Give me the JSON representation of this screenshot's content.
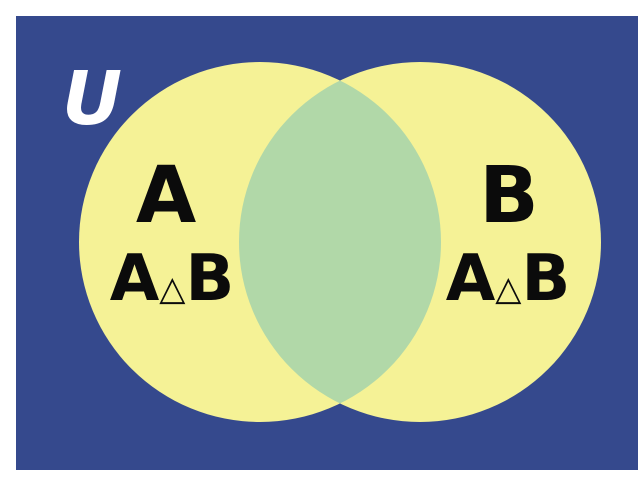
{
  "diagram": {
    "universe_label": "U",
    "set_a": {
      "name": "A",
      "sub_label": {
        "left": "A",
        "op": "△",
        "right": "B"
      }
    },
    "set_b": {
      "name": "B",
      "sub_label": {
        "left": "A",
        "op": "△",
        "right": "B"
      }
    }
  },
  "colors": {
    "universe": "#35498D",
    "set_fill": "#F5F296",
    "intersection": "#B1D8A8",
    "text": "#0B0B0B",
    "universe_label": "#FFFFFF"
  }
}
